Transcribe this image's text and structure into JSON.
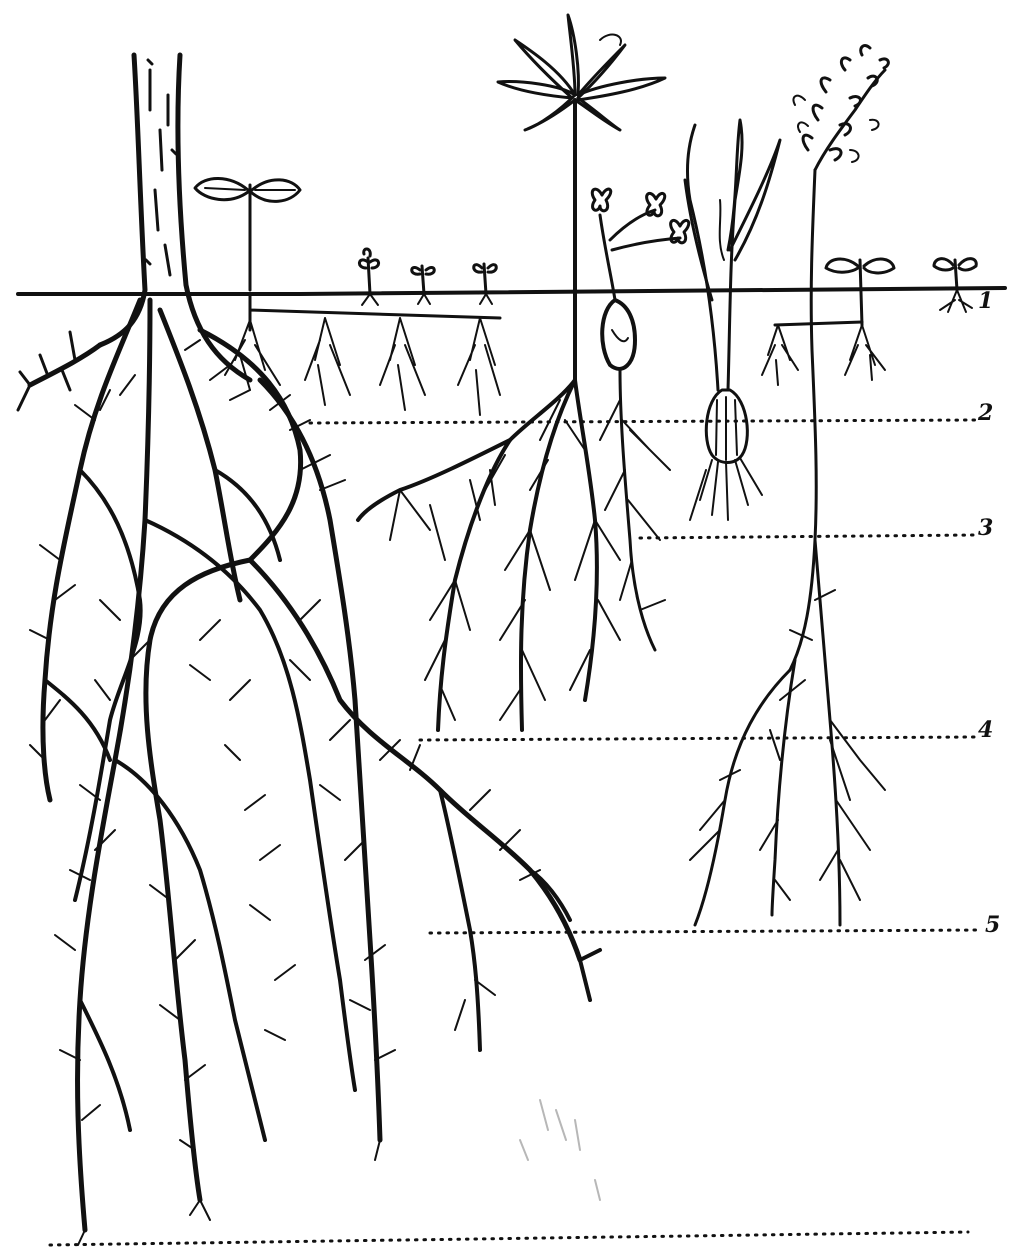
{
  "diagram": {
    "depth_labels": [
      "1",
      "2",
      "3",
      "4",
      "5"
    ],
    "ink_color": "#111111",
    "background_color": "#ffffff"
  }
}
